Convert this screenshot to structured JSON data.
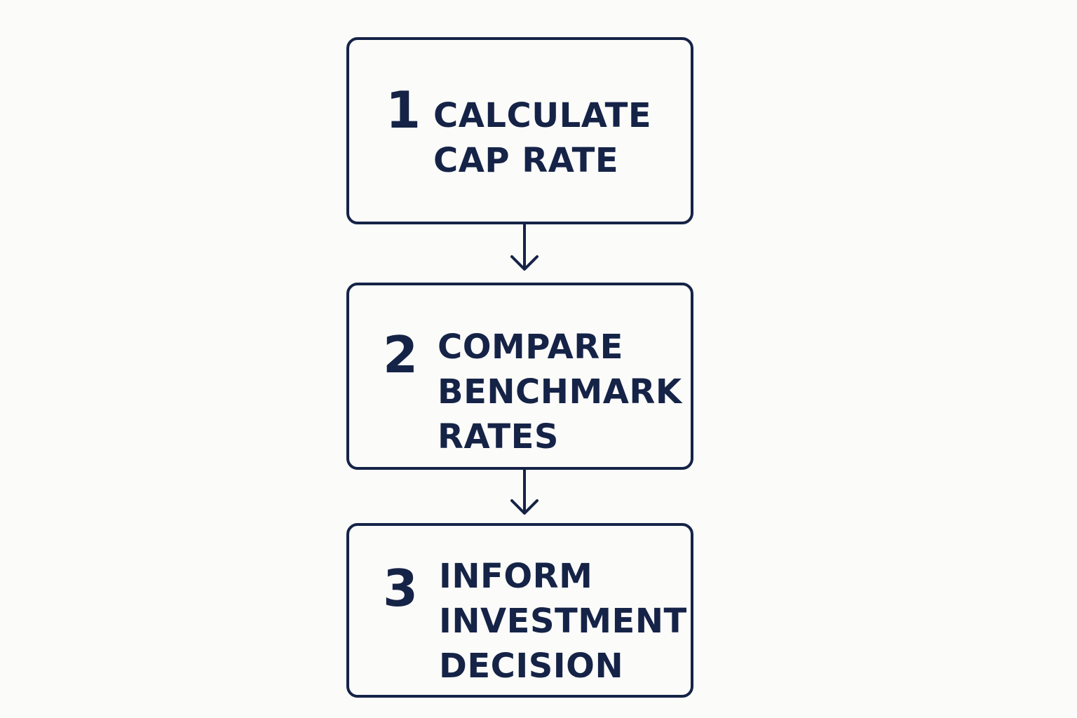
{
  "colors": {
    "stroke": "#152347",
    "background": "#fbfbf9"
  },
  "steps": [
    {
      "number": "1",
      "label": "CALCULATE\nCAP RATE"
    },
    {
      "number": "2",
      "label": "COMPARE\nBENCHMARK\nRATES"
    },
    {
      "number": "3",
      "label": "INFORM\nINVESTMENT\nDECISION"
    }
  ]
}
